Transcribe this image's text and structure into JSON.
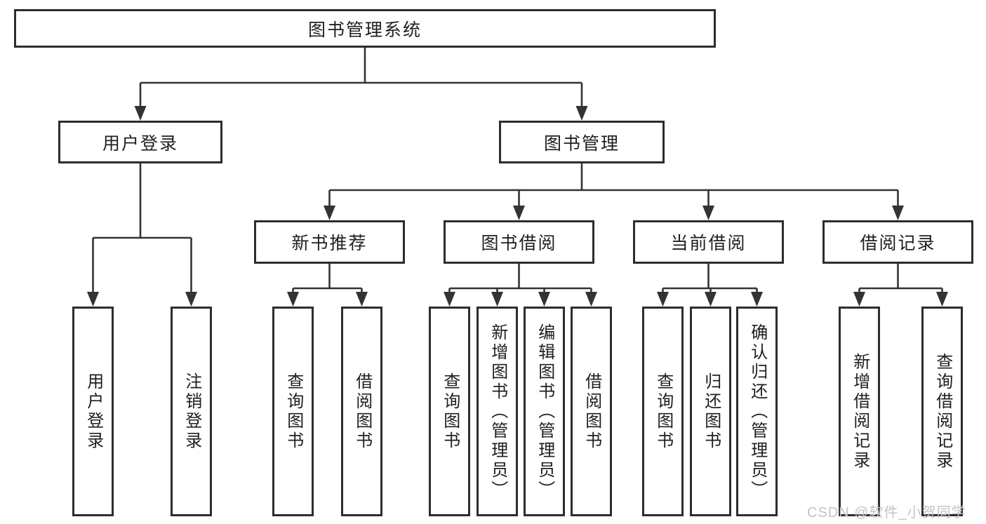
{
  "diagram": {
    "root": {
      "label": "图书管理系统"
    },
    "branches": [
      {
        "label": "用户登录",
        "children": [
          {
            "label": "用户登录"
          },
          {
            "label": "注销登录"
          }
        ]
      },
      {
        "label": "图书管理",
        "sections": [
          {
            "label": "新书推荐",
            "children": [
              {
                "label": "查询图书"
              },
              {
                "label": "借阅图书"
              }
            ]
          },
          {
            "label": "图书借阅",
            "children": [
              {
                "label": "查询图书"
              },
              {
                "label": "新增图书（管理员）"
              },
              {
                "label": "编辑图书（管理员）"
              },
              {
                "label": "借阅图书"
              }
            ]
          },
          {
            "label": "当前借阅",
            "children": [
              {
                "label": "查询图书"
              },
              {
                "label": "归还图书"
              },
              {
                "label": "确认归还（管理员）"
              }
            ]
          },
          {
            "label": "借阅记录",
            "children": [
              {
                "label": "新增借阅记录"
              },
              {
                "label": "查询借阅记录"
              }
            ]
          }
        ]
      }
    ]
  },
  "watermark": {
    "text": "CSDN @软件_小贺同学"
  },
  "colors": {
    "line": "#333333",
    "box_border": "#2d2d2d",
    "text": "#1f1f1f",
    "background": "#ffffff",
    "watermark": "#c3c3c3"
  }
}
